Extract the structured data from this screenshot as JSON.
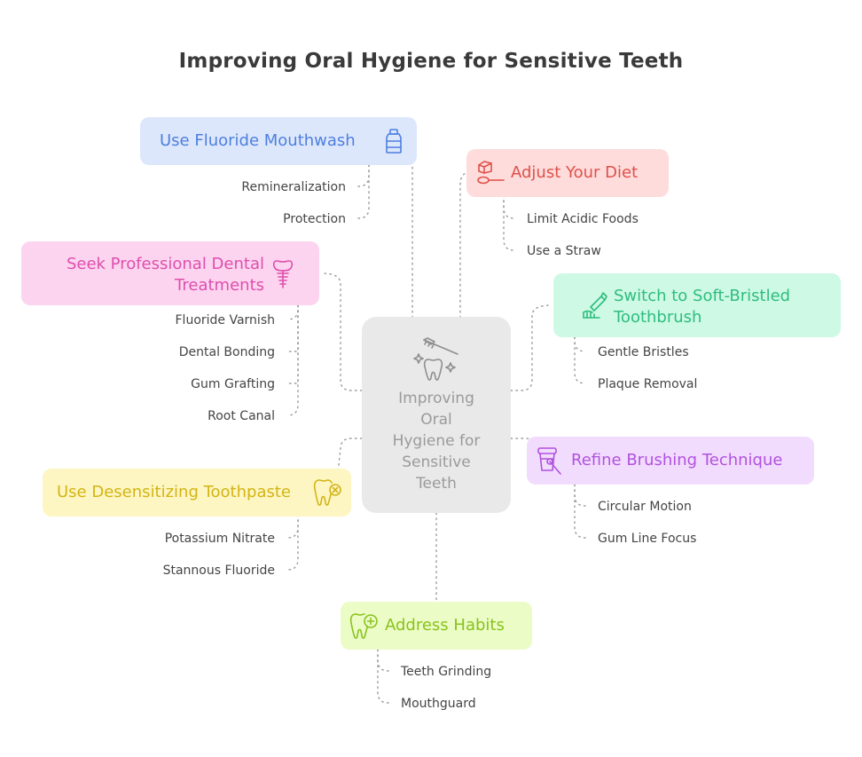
{
  "title": "Improving Oral Hygiene for Sensitive Teeth",
  "center": {
    "lines": [
      "Improving",
      "Oral",
      "Hygiene for",
      "Sensitive",
      "Teeth"
    ],
    "icon": "toothbrush-sparkle-tooth-icon"
  },
  "colors": {
    "blue": "#dde7fb",
    "blue_text": "#4d7fe0",
    "red": "#fddcdb",
    "red_text": "#e0504a",
    "pink": "#fdd4ef",
    "pink_text": "#dd4fae",
    "green": "#cdf9e5",
    "green_text": "#2fbd7e",
    "purple": "#f2dcfd",
    "purple_text": "#b052e0",
    "yellow": "#fdf6c2",
    "yellow_text": "#d3b415",
    "lime": "#ebfcc6",
    "lime_text": "#8ac21c",
    "center": "#e9e9e9",
    "connector": "#9a9a9a"
  },
  "nodes": {
    "fluoride_mouthwash": {
      "label": "Use Fluoride Mouthwash",
      "icon": "mouthwash-bottle-icon",
      "items": [
        "Remineralization",
        "Protection"
      ]
    },
    "adjust_diet": {
      "label": "Adjust Your Diet",
      "icon": "cheese-spoon-icon",
      "items": [
        "Limit Acidic Foods",
        "Use a Straw"
      ]
    },
    "professional": {
      "label_line1": "Seek Professional Dental",
      "label_line2": "Treatments",
      "icon": "dental-implant-icon",
      "items": [
        "Fluoride Varnish",
        "Dental Bonding",
        "Gum Grafting",
        "Root Canal"
      ]
    },
    "soft_brush": {
      "label_line1": "Switch to Soft-Bristled",
      "label_line2": "Toothbrush",
      "icon": "toothpaste-brush-icon",
      "items": [
        "Gentle Bristles",
        "Plaque Removal"
      ]
    },
    "brushing": {
      "label": "Refine Brushing Technique",
      "icon": "brushing-cup-icon",
      "items": [
        "Circular Motion",
        "Gum Line Focus"
      ]
    },
    "desensitizing": {
      "label": "Use Desensitizing Toothpaste",
      "icon": "tooth-cross-icon",
      "items": [
        "Potassium Nitrate",
        "Stannous Fluoride"
      ]
    },
    "habits": {
      "label": "Address Habits",
      "icon": "tooth-plus-icon",
      "items": [
        "Teeth Grinding",
        "Mouthguard"
      ]
    }
  }
}
